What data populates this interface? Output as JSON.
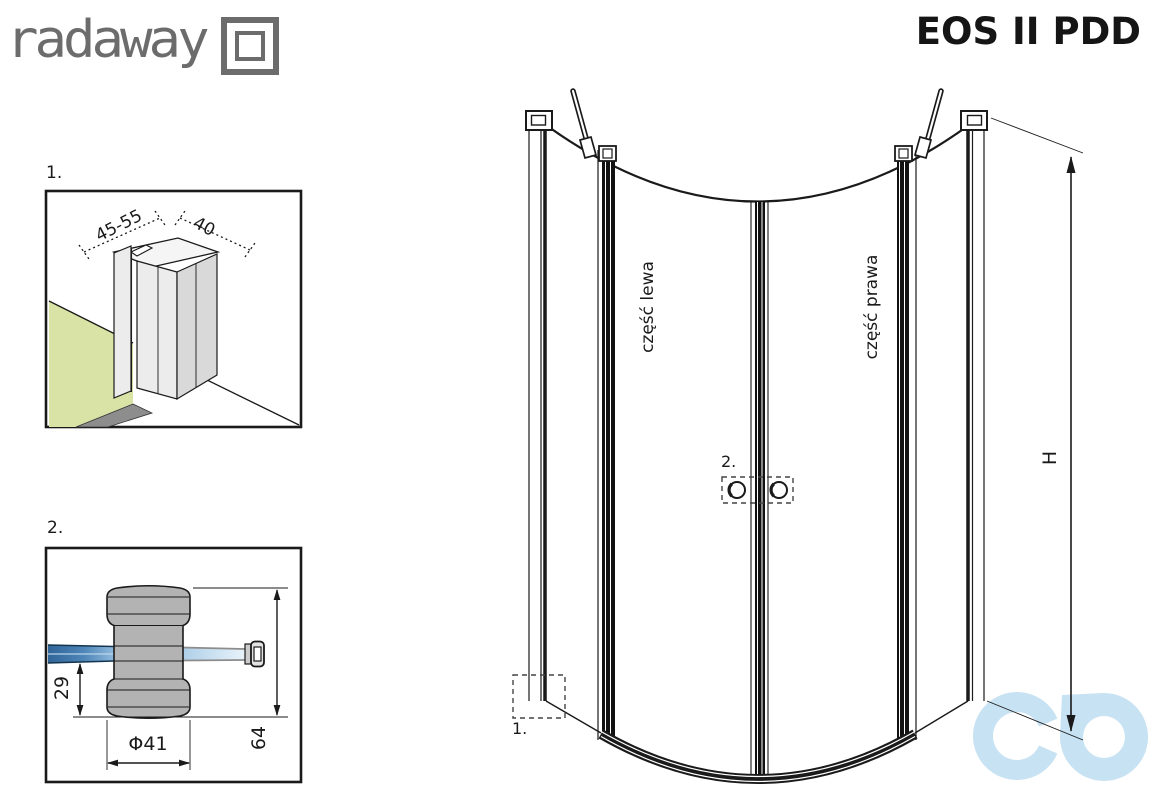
{
  "header": {
    "brand": "radaway",
    "product_title": "EOS II PDD"
  },
  "details": {
    "detail_1": {
      "label": "1.",
      "dims": {
        "wall_clearance": "45-55",
        "profile_depth": "40"
      }
    },
    "detail_2": {
      "label": "2.",
      "dims": {
        "glass_to_bottom": "29",
        "knob_diameter": "Φ41",
        "knob_height": "64"
      }
    }
  },
  "main_drawing": {
    "left_door_label": "część lewa",
    "right_door_label": "część prawa",
    "height_label": "H",
    "callout_1": "1.",
    "callout_2": "2."
  },
  "colors": {
    "line": "#1a1a1a",
    "brand_gray": "#6c6c6c",
    "wall_green": "#d9e3a6",
    "floor_gray": "#8d8d8d",
    "profile_front": "#ececec",
    "profile_side": "#d9d9d9",
    "profile_top": "#f5f5f5",
    "knob_gray": "#b3b3b3",
    "glass_blue_dark": "#2f6599",
    "glass_blue_light": "#e8f3fa",
    "watermark_blue": "#c7e2f3"
  }
}
